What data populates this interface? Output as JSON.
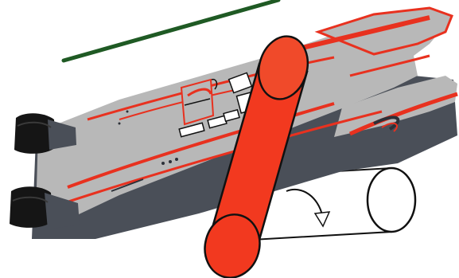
{
  "diagram": {
    "subject": "catamaran-hull-with-rolling-cylinder",
    "colors": {
      "background": "#ffffff",
      "hull_gray": "#b8b8b8",
      "hull_shadow": "#4a4f58",
      "hull_dark": "#2c3038",
      "accent_red": "#e8311f",
      "cylinder_red": "#f2391f",
      "cylinder_red_end": "#f04a2a",
      "outline": "#111111",
      "engine_black": "#151515",
      "water_line": "#1f5a24",
      "ghost_cylinder_fill": "#ffffff"
    },
    "elements": {
      "line": "water-line",
      "hull": "catamaran-hull",
      "engines": [
        "outboard-engine-top",
        "outboard-engine-bottom"
      ],
      "cockpit": "cockpit-seats",
      "cylinder_red": "red-cylinder-upright",
      "cylinder_ghost": "ghost-cylinder-outline",
      "arrow": "rotation-arrow"
    }
  }
}
